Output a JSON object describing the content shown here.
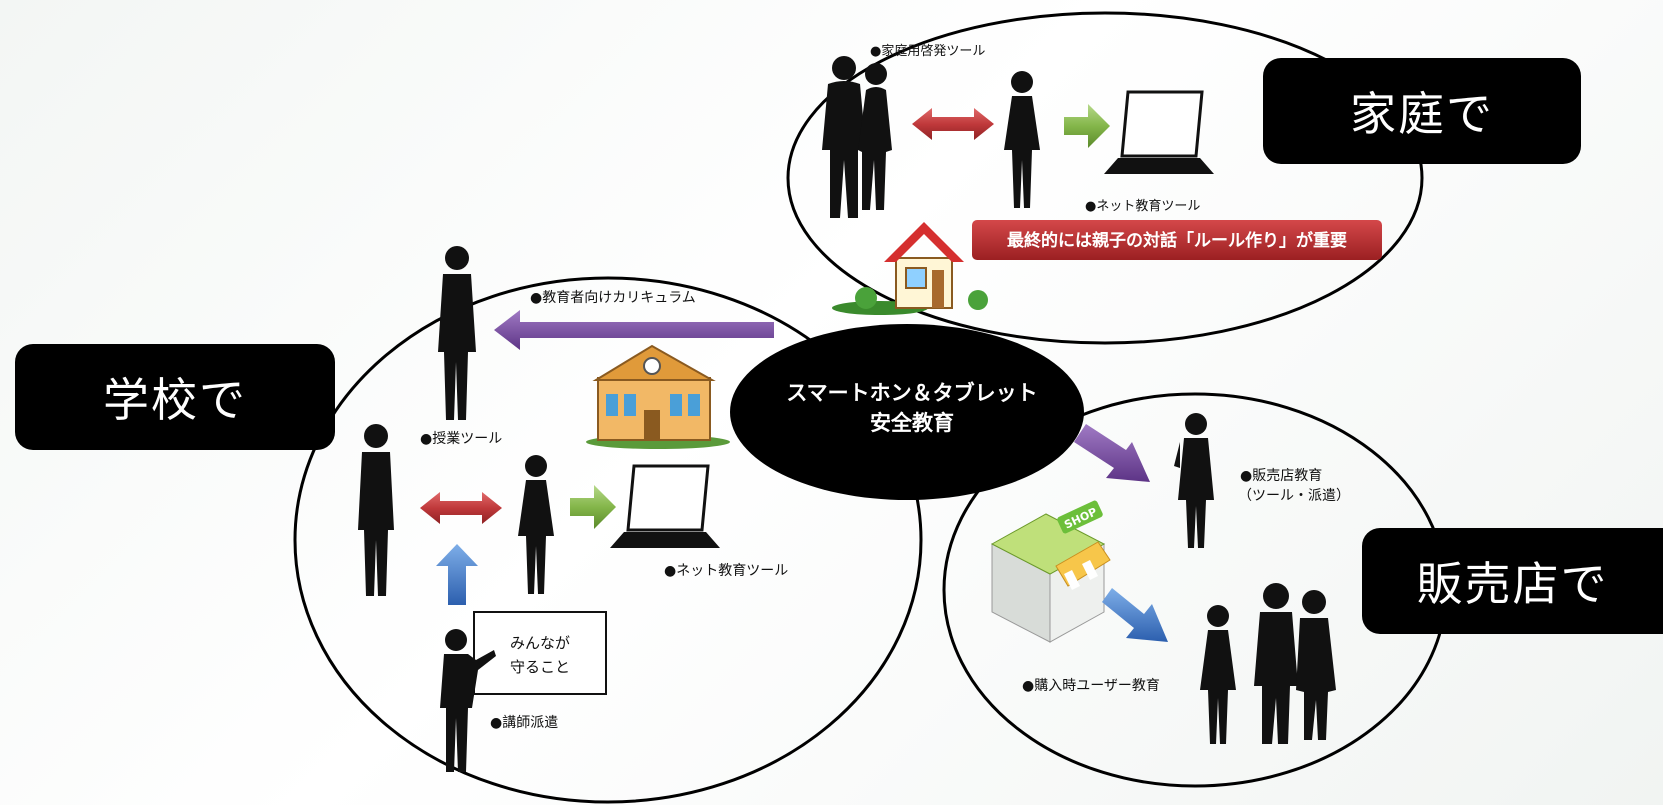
{
  "tags": {
    "home": "家庭で",
    "school": "学校で",
    "shop": "販売店で"
  },
  "center": {
    "line1": "スマートホン＆タブレット",
    "line2": "安全教育"
  },
  "home": {
    "tool_label": "●家庭用啓発ツール",
    "net_tool_label": "●ネット教育ツール",
    "banner": "最終的には親子の対話「ルール作り」が重要"
  },
  "school": {
    "curriculum_label": "●教育者向けカリキュラム",
    "class_tool_label": "●授業ツール",
    "net_tool_label": "●ネット教育ツール",
    "board_line1": "みんなが",
    "board_line2": "守ること",
    "lecturer_label": "●講師派遣"
  },
  "shop": {
    "store_edu_line1": "●販売店教育",
    "store_edu_line2": "（ツール・派遣）",
    "sign": "SHOP",
    "purchase_label": "●購入時ユーザー教育"
  },
  "colors": {
    "red_arrow": "#c0393b",
    "green_arrow": "#84b64a",
    "purple_arrow": "#7b4fa3",
    "blue_arrow": "#3f78c8",
    "banner": "#b3292b"
  }
}
